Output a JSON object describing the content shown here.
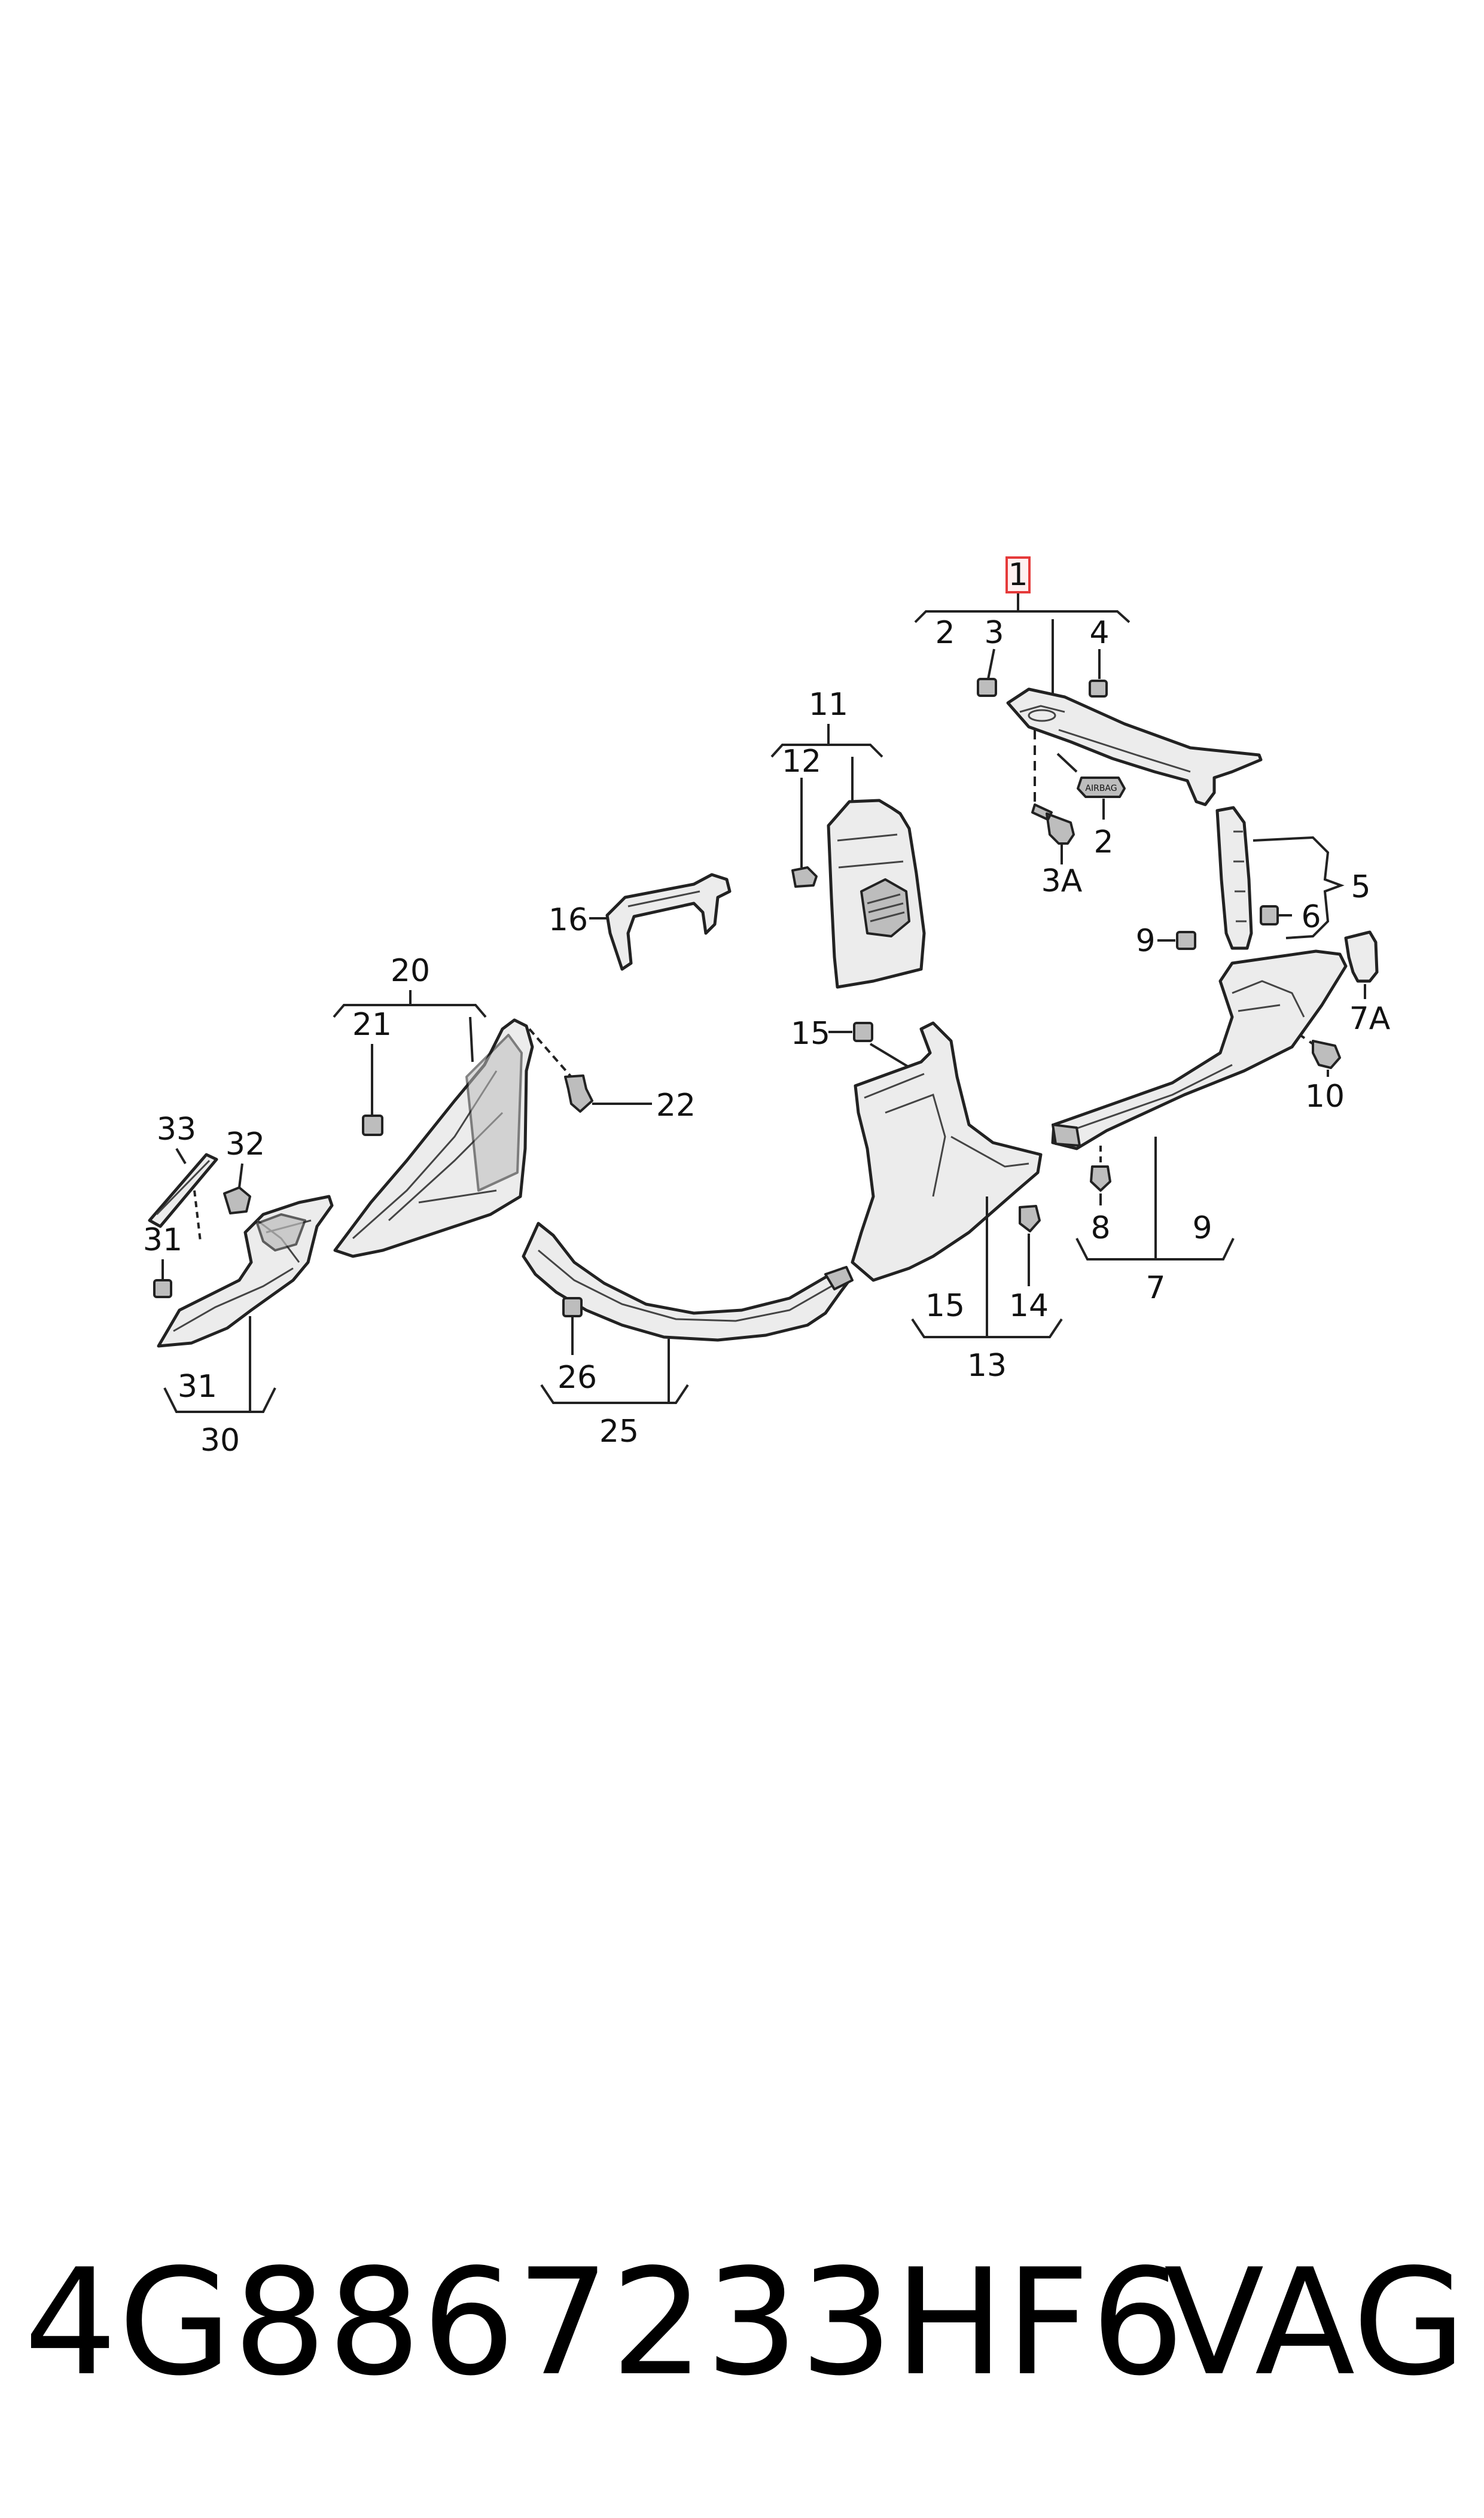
{
  "callouts": {
    "c1": "1",
    "c2a": "2",
    "c3": "3",
    "c4": "4",
    "c2b": "2",
    "c3A": "3A",
    "c5": "5",
    "c6": "6",
    "c7A": "7A",
    "c9a": "9",
    "c10": "10",
    "c11": "11",
    "c12": "12",
    "c16": "16",
    "c15a": "15",
    "c20": "20",
    "c21": "21",
    "c22": "22",
    "c33": "33",
    "c32": "32",
    "c31a": "31",
    "c31b": "31",
    "c30": "30",
    "c26": "26",
    "c25": "25",
    "c15b": "15",
    "c14": "14",
    "c13": "13",
    "c8": "8",
    "c9b": "9",
    "c7": "7"
  },
  "footer": {
    "part_number": "4G8867233HF6",
    "brand": "VAG"
  },
  "highlight_color": "#e53a3a"
}
